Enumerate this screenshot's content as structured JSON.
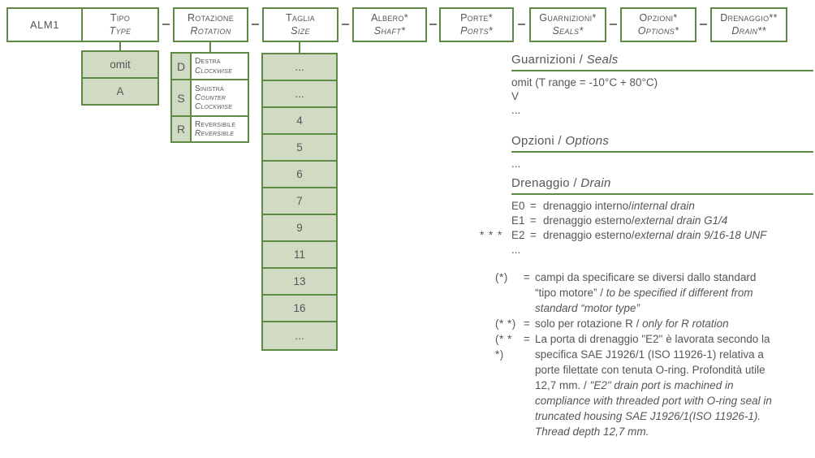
{
  "palette": {
    "border_green": "#5e8a46",
    "fill_green": "#d1dbc4",
    "text_gray": "#55565a"
  },
  "code_bar": {
    "model": "ALM1",
    "fields": [
      {
        "it": "Tipo",
        "en": "Type"
      },
      {
        "it": "Rotazione",
        "en": "Rotation"
      },
      {
        "it": "Taglia",
        "en": "Size"
      },
      {
        "it": "Albero*",
        "en": "Shaft*"
      },
      {
        "it": "Porte*",
        "en": "Ports*"
      },
      {
        "it": "Guarnizioni*",
        "en": "Seals*"
      },
      {
        "it": "Opzioni*",
        "en": "Options*"
      },
      {
        "it": "Drenaggio**",
        "en": "Drain**"
      }
    ]
  },
  "type_options": [
    "omit",
    "A"
  ],
  "rotation_options": [
    {
      "code": "D",
      "it": "Destra",
      "en": "Clockwise"
    },
    {
      "code": "S",
      "it": "Sinistra",
      "en": "Counter Clockwise"
    },
    {
      "code": "R",
      "it": "Reversibile",
      "en": "Reversible"
    }
  ],
  "size_options": [
    "...",
    "...",
    "4",
    "5",
    "6",
    "7",
    "9",
    "11",
    "13",
    "16",
    "..."
  ],
  "sections": {
    "seals": {
      "title_it": "Guarnizioni",
      "sep": " / ",
      "title_en": "Seals",
      "items": [
        "omit (T range = -10°C + 80°C)",
        "V",
        "..."
      ]
    },
    "options": {
      "title_it": "Opzioni",
      "sep": " / ",
      "title_en": "Options",
      "items": [
        "..."
      ]
    },
    "drain": {
      "title_it": "Drenaggio",
      "sep": " / ",
      "title_en": "Drain",
      "rows": [
        {
          "prefix": "",
          "code": "E0",
          "eq": "=",
          "it": "drenaggio interno/",
          "en": "internal drain"
        },
        {
          "prefix": "",
          "code": "E1",
          "eq": "=",
          "it": "drenaggio esterno/",
          "en": "external drain G1/4"
        },
        {
          "prefix": "* * *",
          "code": "E2",
          "eq": "=",
          "it": "drenaggio esterno/",
          "en": "external drain 9/16-18 UNF"
        }
      ],
      "more": "..."
    }
  },
  "footnotes": {
    "f1": {
      "marker": "(*)",
      "eq": "=",
      "l1": "campi da specificare se diversi dallo standard",
      "l2_it": "“tipo motore” / ",
      "l2_en": "to be specified if different from",
      "l3_en": "standard “motor type”"
    },
    "f2": {
      "marker": "(* *)",
      "eq": "=",
      "l1_it": "solo per rotazione R / ",
      "l1_en": "only for R rotation"
    },
    "f3": {
      "marker": "(* * *)",
      "eq": "=",
      "l1": "La porta di drenaggio \"E2\" è lavorata secondo la",
      "l2": "specifica SAE J1926/1 (ISO 11926-1) relativa a",
      "l3": "porte filettate con tenuta O-ring. Profondità utile",
      "l4_it": "12,7 mm. / ",
      "l4_en": "\"E2\" drain port is machined in",
      "l5_en": "compliance with threaded port with O-ring seal in",
      "l6_en": "truncated housing SAE J1926/1(ISO 11926-1).",
      "l7_en": "Thread depth 12,7 mm."
    }
  }
}
